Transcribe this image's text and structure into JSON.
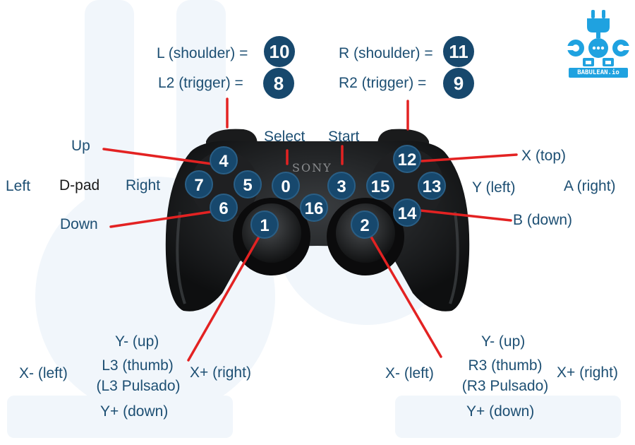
{
  "brand": {
    "logo_text": "BABULEAN.io",
    "colors": {
      "accent": "#17486d",
      "label": "#1d4f73",
      "line": "#e32222",
      "logo": "#1fa2e0"
    }
  },
  "controller": {
    "brand_text": "SONY"
  },
  "buttons": {
    "b0": "0",
    "b1": "1",
    "b2": "2",
    "b3": "3",
    "b4": "4",
    "b5": "5",
    "b6": "6",
    "b7": "7",
    "b8": "8",
    "b9": "9",
    "b10": "10",
    "b11": "11",
    "b12": "12",
    "b13": "13",
    "b14": "14",
    "b15": "15",
    "b16": "16"
  },
  "labels": {
    "l_shoulder": "L (shoulder) =",
    "l2_trigger": "L2 (trigger) =",
    "r_shoulder": "R (shoulder) =",
    "r2_trigger": "R2 (trigger) =",
    "select": "Select",
    "start": "Start",
    "up": "Up",
    "left": "Left",
    "dpad": "D-pad",
    "right": "Right",
    "down": "Down",
    "x_top": "X (top)",
    "y_left": "Y (left)",
    "a_right": "A (right)",
    "b_down": "B (down)"
  },
  "left_stick": {
    "y_minus": "Y- (up)",
    "x_minus": "X- (left)",
    "thumb_line1": "L3 (thumb)",
    "thumb_line2": "(L3 Pulsado)",
    "x_plus": "X+ (right)",
    "y_plus": "Y+ (down)"
  },
  "right_stick": {
    "y_minus": "Y- (up)",
    "x_minus": "X- (left)",
    "thumb_line1": "R3 (thumb)",
    "thumb_line2": "(R3 Pulsado)",
    "x_plus": "X+ (right)",
    "y_plus": "Y+ (down)"
  }
}
